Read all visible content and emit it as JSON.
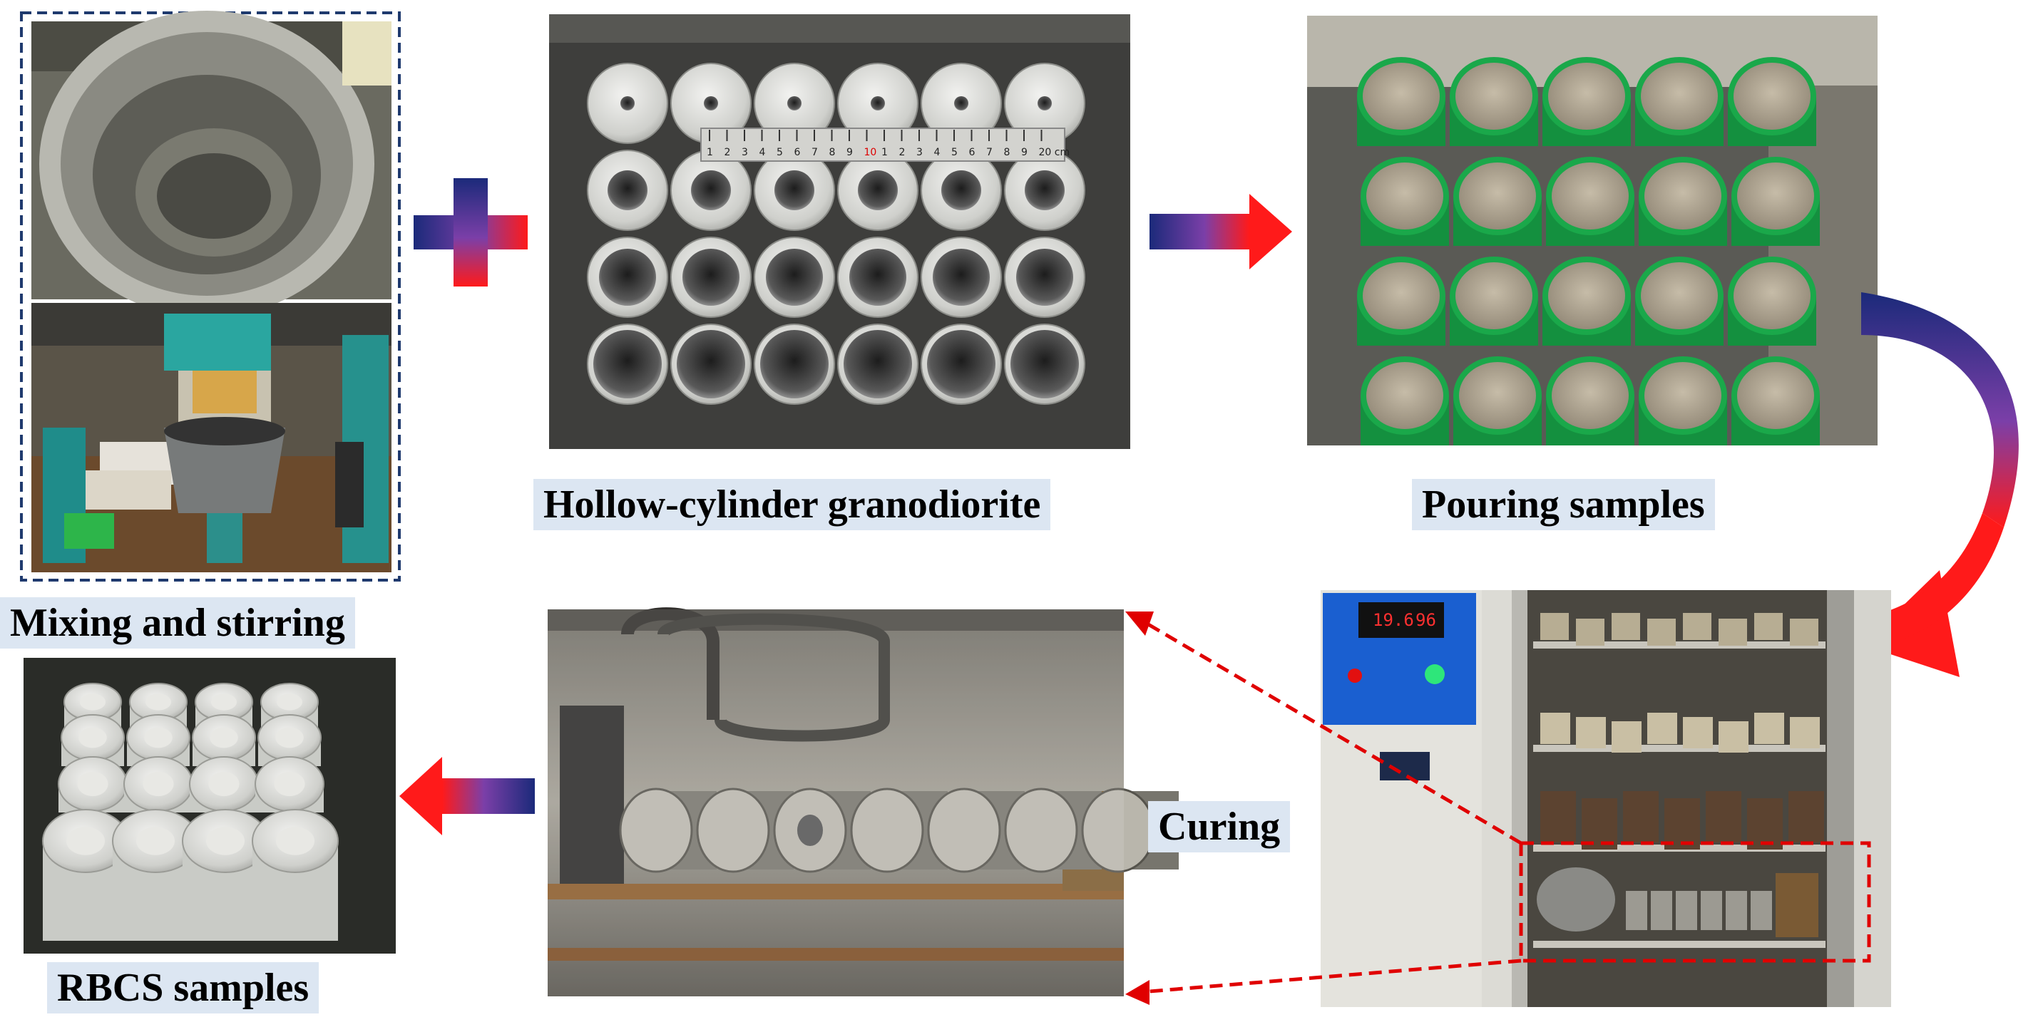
{
  "labels": {
    "mixing": "Mixing and stirring",
    "granodiorite": "Hollow-cylinder granodiorite",
    "pouring": "Pouring samples",
    "curing": "Curing",
    "rbcs": "RBCS samples"
  },
  "ruler": {
    "marks": [
      "1",
      "2",
      "3",
      "4",
      "5",
      "6",
      "7",
      "8",
      "9",
      "10",
      "1",
      "2",
      "3",
      "4",
      "5",
      "6",
      "7",
      "8",
      "9",
      "20 cm"
    ]
  },
  "chamber_display": {
    "temperature": "19.6",
    "humidity": "96"
  },
  "colors": {
    "label_bg": "#dce6f2",
    "arrow_blue": "#1b2a7a",
    "arrow_purple": "#7b3fa8",
    "arrow_red": "#ff1a1a",
    "mold_green": "#1aa84a",
    "dashed_red": "#e00000",
    "dashed_navy": "#1f3a6e"
  },
  "icons": [
    "plus-icon",
    "arrow-right-icon",
    "curved-arrow-icon",
    "arrow-left-icon",
    "dashed-arrow-icon"
  ]
}
